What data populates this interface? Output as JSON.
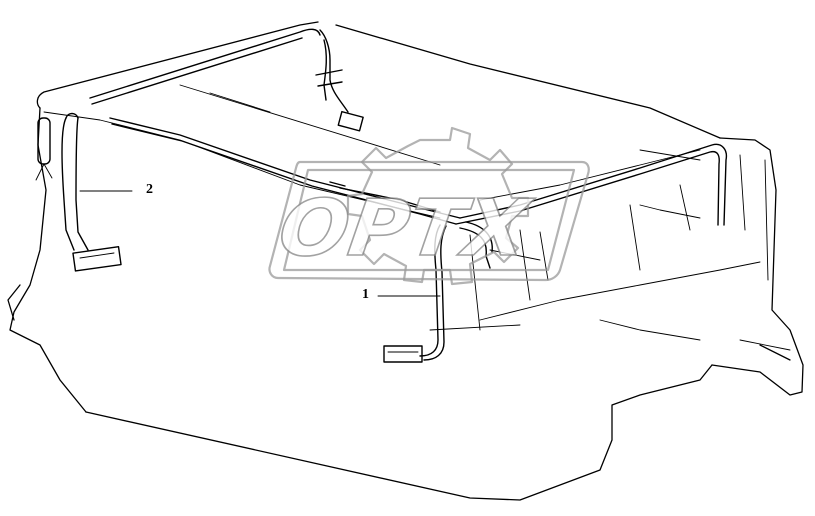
{
  "callouts": [
    {
      "id": "1",
      "label": "1"
    },
    {
      "id": "2",
      "label": "2"
    }
  ],
  "watermark": {
    "text": "OPTX",
    "color": "#8c8c8c"
  }
}
